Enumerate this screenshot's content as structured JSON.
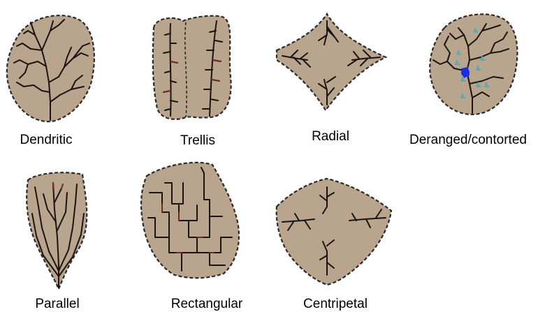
{
  "colors": {
    "basin_fill": "#b9a48e",
    "stream": "#1a1410",
    "stream_accent": "#6e2a2a",
    "lake": "#1530e0",
    "marsh": "#4fa8b8"
  },
  "patterns": [
    {
      "key": "dendritic",
      "label": "Dendritic"
    },
    {
      "key": "trellis",
      "label": "Trellis"
    },
    {
      "key": "radial",
      "label": "Radial"
    },
    {
      "key": "deranged",
      "label": "Deranged/contorted"
    },
    {
      "key": "parallel",
      "label": "Parallel"
    },
    {
      "key": "rectangular",
      "label": "Rectangular"
    },
    {
      "key": "centripetal",
      "label": "Centripetal"
    }
  ]
}
